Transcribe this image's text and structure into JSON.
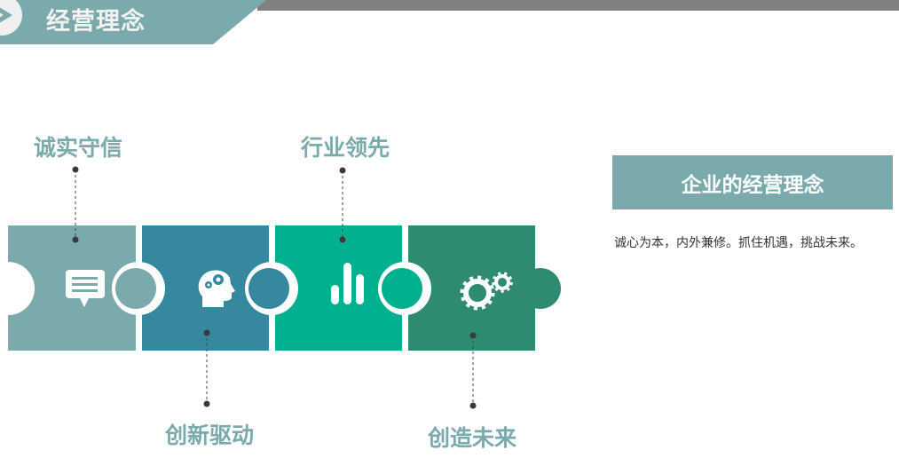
{
  "header": {
    "title": "经营理念",
    "icon": "chevron-right-icon",
    "color": "#7aaaab"
  },
  "puzzle": [
    {
      "label": "诚实守信",
      "icon": "chat-message-icon",
      "color": "#7aaaab"
    },
    {
      "label": "创新驱动",
      "icon": "head-gears-icon",
      "color": "#35889e"
    },
    {
      "label": "行业领先",
      "icon": "bar-chart-icon",
      "color": "#00b08f"
    },
    {
      "label": "创造未来",
      "icon": "gears-icon",
      "color": "#2e8b72"
    }
  ],
  "info": {
    "title": "企业的经营理念",
    "description": "诚心为本，内外兼修。抓住机遇，挑战未来。"
  }
}
